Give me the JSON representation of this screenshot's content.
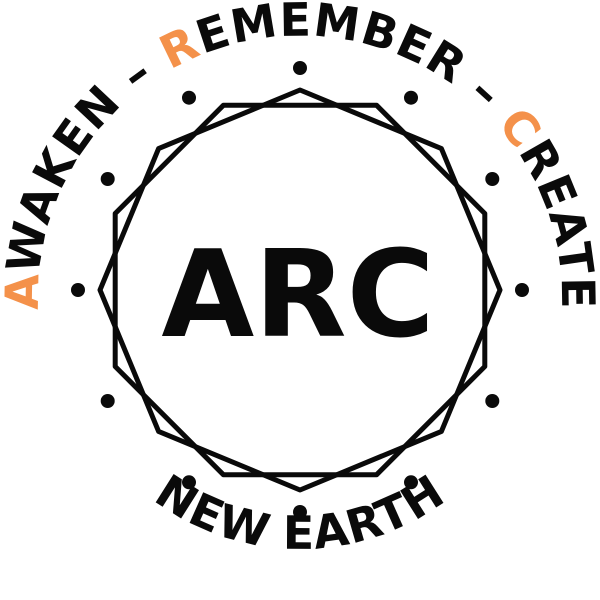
{
  "logo": {
    "center_label": "ARC",
    "top_arc": {
      "word1": {
        "initial": "A",
        "rest": "WAKEN"
      },
      "separator1": " – ",
      "word2": {
        "initial": "R",
        "rest": "EMEMBER"
      },
      "separator2": " – ",
      "word3": {
        "initial": "C",
        "rest": "REATE"
      }
    },
    "bottom_arc": "NEW EARTH"
  },
  "colors": {
    "text": "#0a0a0a",
    "accent": "#f4914a",
    "background": "#ffffff"
  },
  "icons": [
    "octagon-ring-icon",
    "dot-ring-icon"
  ]
}
